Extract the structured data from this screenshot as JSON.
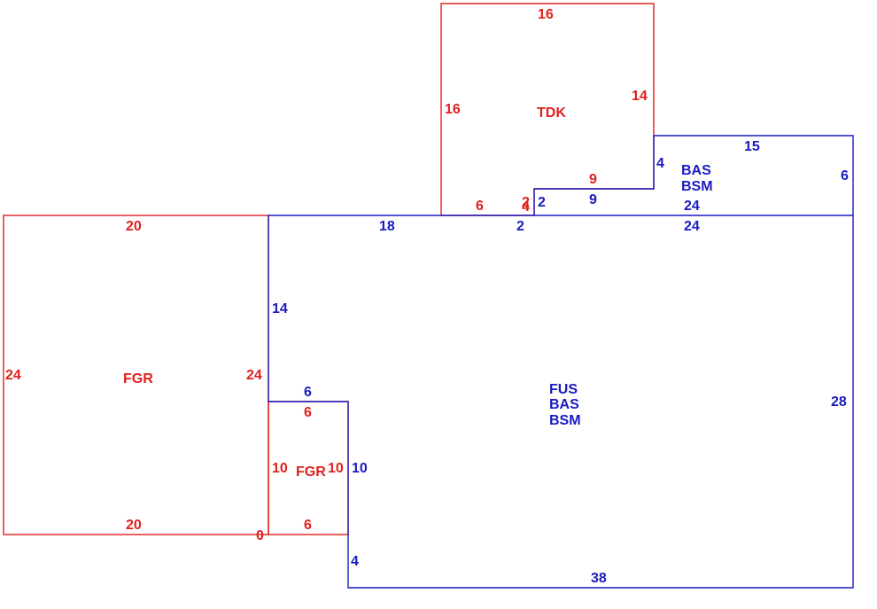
{
  "colors": {
    "red": "#e0201c",
    "blue": "#1a1ac0",
    "background": "#ffffff"
  },
  "areas": {
    "tdk": {
      "code": "TDK"
    },
    "bas_bsm": {
      "codes": [
        "BAS",
        "BSM"
      ]
    },
    "main": {
      "codes": [
        "FUS",
        "BAS",
        "BSM"
      ]
    },
    "fgr_large": {
      "code": "FGR"
    },
    "fgr_small": {
      "code": "FGR"
    }
  },
  "dimensions": {
    "tdk_top": "16",
    "tdk_left": "16",
    "tdk_right": "14",
    "tdk_notch_top": "9",
    "tdk_bottom_left": "6",
    "tdk_step_a": "2",
    "tdk_step_b": "4",
    "bas_top": "15",
    "bas_left": "4",
    "bas_right": "6",
    "bas_bottom": "24",
    "bas_notch_left": "2",
    "bas_notch_top": "9",
    "main_top_left": "18",
    "main_top_mid": "2",
    "main_top_right": "24",
    "main_left_upper": "14",
    "main_right": "28",
    "main_notch_top": "6",
    "main_notch_right": "10",
    "main_left_lower": "4",
    "main_bottom": "38",
    "fgr_large_top": "20",
    "fgr_large_bottom": "20",
    "fgr_large_left": "24",
    "fgr_large_right": "24",
    "fgr_small_top": "6",
    "fgr_small_bottom": "6",
    "fgr_small_left": "10",
    "fgr_small_right": "10",
    "corner_zero": "0"
  }
}
